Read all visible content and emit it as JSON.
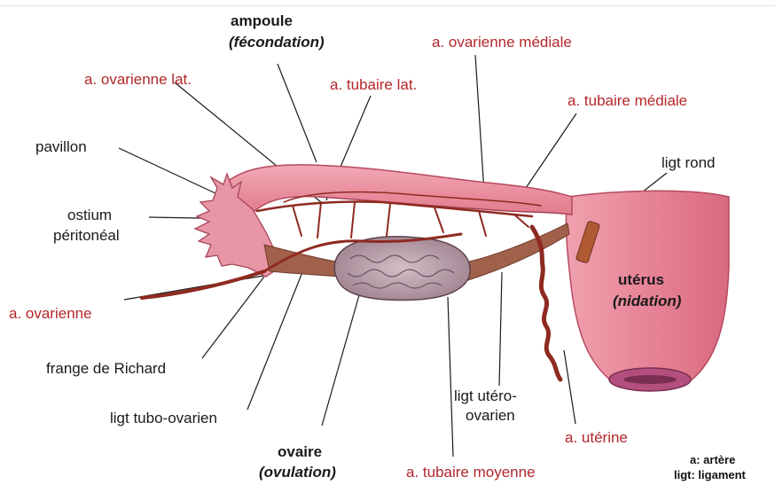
{
  "labels": {
    "ampoule": "ampoule",
    "ampoule_sub": "(fécondation)",
    "a_ovarienne_lat": "a. ovarienne lat.",
    "a_tubaire_lat": "a. tubaire lat.",
    "a_ovarienne_mediale": "a. ovarienne médiale",
    "a_tubaire_mediale": "a. tubaire médiale",
    "pavillon": "pavillon",
    "ligt_rond": "ligt rond",
    "ostium_1": "ostium",
    "ostium_2": "péritonéal",
    "uterus": "utérus",
    "uterus_sub": "(nidation)",
    "a_ovarienne": "a. ovarienne",
    "frange": "frange de Richard",
    "ligt_tubo_ovarien": "ligt tubo-ovarien",
    "ligt_utero_1": "ligt utéro-",
    "ligt_utero_2": "ovarien",
    "a_uterine": "a. utérine",
    "ovaire": "ovaire",
    "ovaire_sub": "(ovulation)",
    "a_tubaire_moyenne": "a. tubaire moyenne"
  },
  "legend": {
    "line1": "a: artère",
    "line2": "ligt: ligament"
  },
  "colors": {
    "label_black": "#1a1a1a",
    "label_red": "#b3262a",
    "tube_pink": "#e88e9e",
    "uterus_pink": "#e57e92",
    "artery": "#8e2a20",
    "ligament": "#9a5a42",
    "ovary": "#b89aa8"
  }
}
